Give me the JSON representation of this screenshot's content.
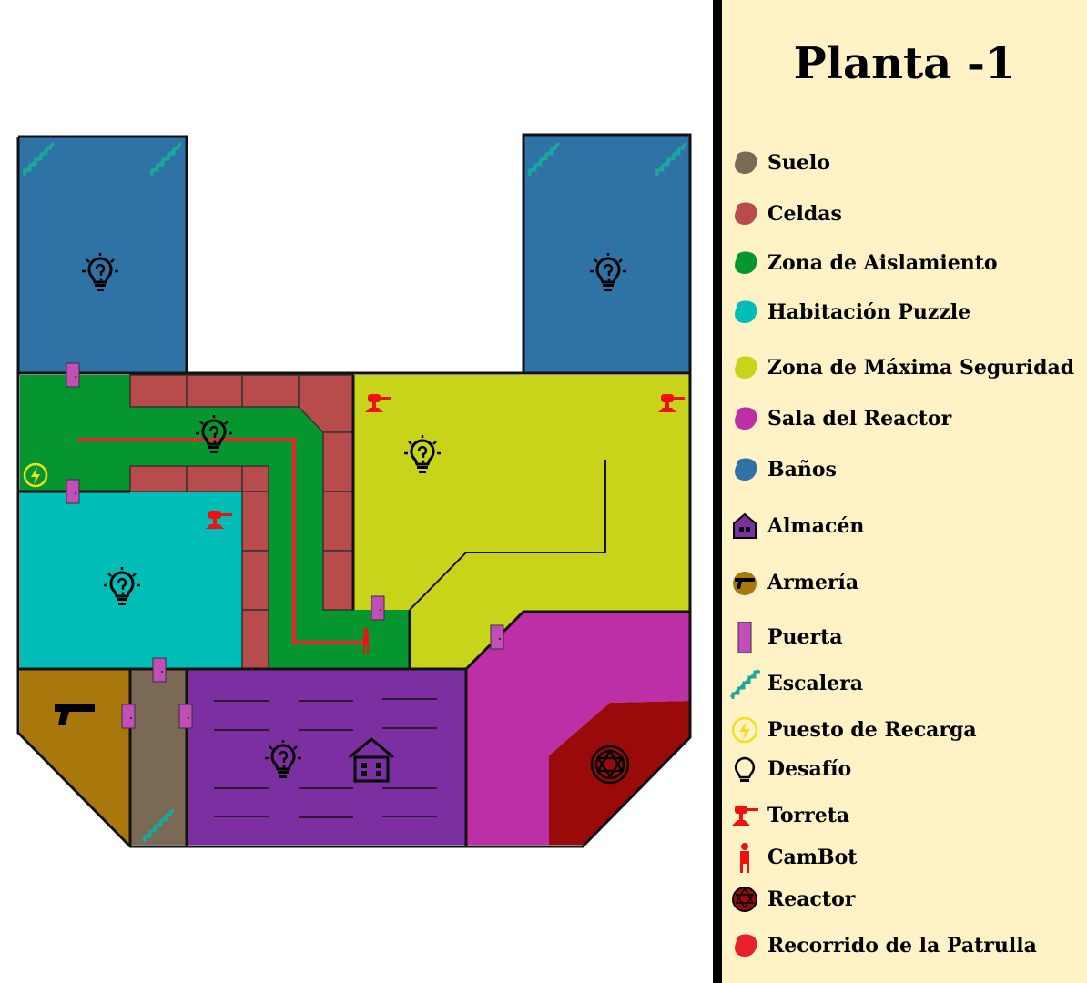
{
  "legend": {
    "title": "Planta -1",
    "items": [
      {
        "label": "Suelo",
        "color": "#7A6A55",
        "icon": "blob"
      },
      {
        "label": "Celdas",
        "color": "#B84C4C",
        "icon": "blob"
      },
      {
        "label": "Zona de Aislamiento",
        "color": "#05962F",
        "icon": "blob"
      },
      {
        "label": "Habitación Puzzle",
        "color": "#00BDB8",
        "icon": "blob"
      },
      {
        "label": "Zona de Máxima Seguridad",
        "color": "#C8D41A",
        "icon": "blob"
      },
      {
        "label": "Sala del Reactor",
        "color": "#BC2FA6",
        "icon": "blob"
      },
      {
        "label": "Baños",
        "color": "#2E72A6",
        "icon": "blob"
      },
      {
        "label": "Almacén",
        "color": "#7B2FA0",
        "icon": "warehouse"
      },
      {
        "label": "Armería",
        "color": "#A8780C",
        "icon": "pistol"
      },
      {
        "label": "Puerta",
        "color": "#C24FB8",
        "icon": "door"
      },
      {
        "label": "Escalera",
        "color": "#1AA89A",
        "icon": "stairs"
      },
      {
        "label": "Puesto de Recarga",
        "color": "#F2E01C",
        "icon": "bolt"
      },
      {
        "label": "Desafío",
        "color": "#000000",
        "icon": "bulb"
      },
      {
        "label": "Torreta",
        "color": "#F01010",
        "icon": "turret"
      },
      {
        "label": "CamBot",
        "color": "#F01010",
        "icon": "robot"
      },
      {
        "label": "Reactor",
        "color": "#9B0A0A",
        "icon": "reactor"
      },
      {
        "label": "Recorrido de la Patrulla",
        "color": "#E8202C",
        "icon": "blob"
      }
    ]
  }
}
